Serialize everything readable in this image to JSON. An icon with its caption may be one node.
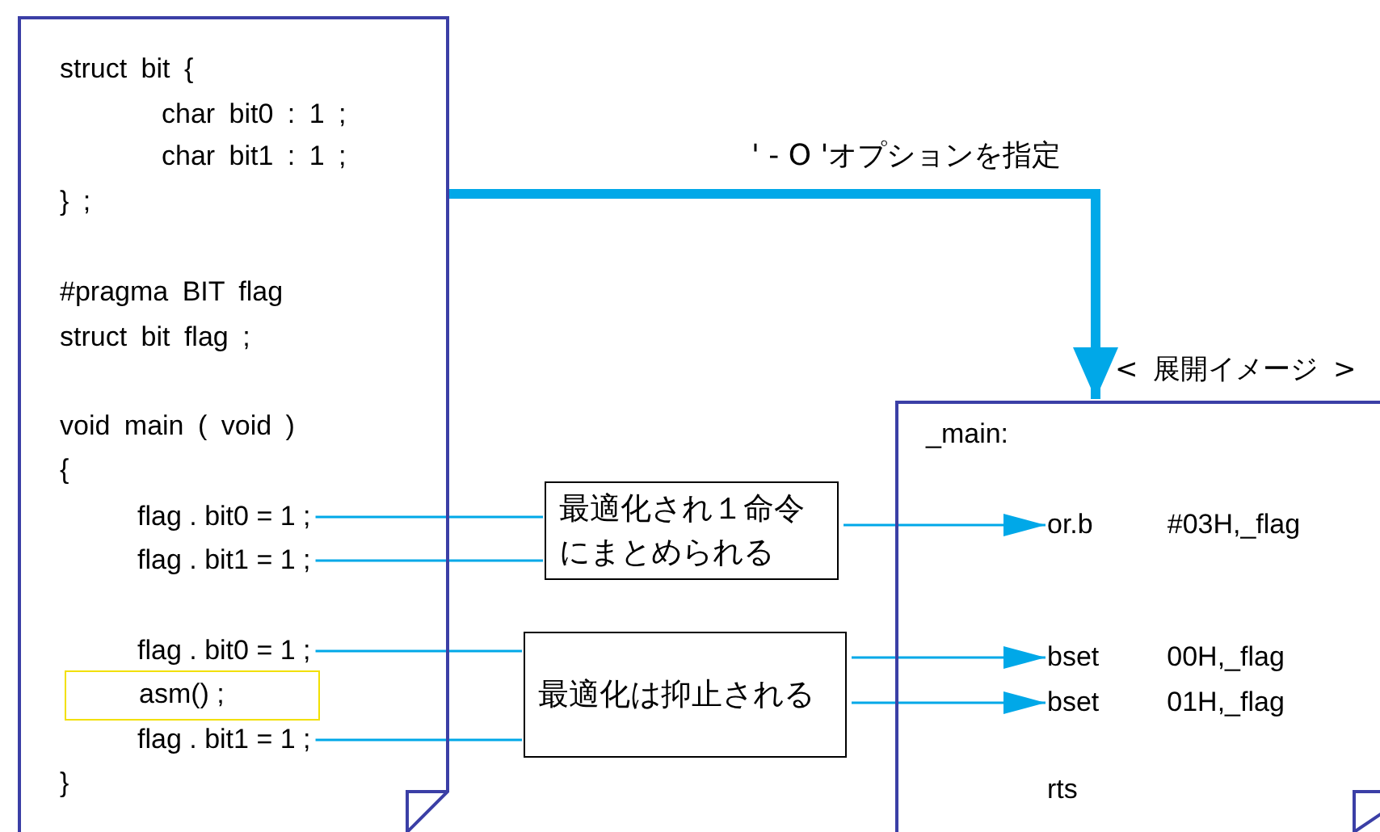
{
  "diagram": {
    "nodes": [
      {
        "text": [
          "struct bit {",
          "char bit0 : 1 ;",
          "char bit1 : 1 ;",
          "} ;",
          "#pragma BIT flag",
          "struct bit flag ;",
          "void main ( void )",
          "{",
          "}"
        ]
      },
      {
        "text": [
          "flag . bit0 = 1 ;"
        ],
        "in": 0
      },
      {
        "text": [
          "flag . bit1 = 1 ;"
        ],
        "in": 0
      },
      {
        "text": [
          "flag . bit0 = 1 ;"
        ],
        "in": 0
      },
      {
        "text": [
          "asm() ;"
        ],
        "in": 0
      },
      {
        "text": [
          "flag . bit1 = 1 ;"
        ],
        "in": 0
      },
      {
        "text": [
          "最適化され１命令にまとめられる"
        ]
      },
      {
        "text": [
          "最適化は抑止される"
        ]
      },
      {
        "text": [
          "< 展開イメージ >",
          "_main:",
          "rts"
        ]
      },
      {
        "text": [
          "or.b",
          "#03H,_flag"
        ],
        "in": 8
      },
      {
        "text": [
          "bset",
          "00H,_flag"
        ],
        "in": 8
      },
      {
        "text": [
          "bset",
          "01H,_flag"
        ],
        "in": 8
      }
    ],
    "edges": [
      {
        "from": 0,
        "to": 8,
        "arrow": "to",
        "label": "' - O 'オプションを指定",
        "style": "thick"
      },
      {
        "from": 1,
        "to": 6,
        "arrow": "none"
      },
      {
        "from": 2,
        "to": 6,
        "arrow": "none"
      },
      {
        "from": 6,
        "to": 9,
        "arrow": "to"
      },
      {
        "from": 3,
        "to": 7,
        "arrow": "none"
      },
      {
        "from": 5,
        "to": 7,
        "arrow": "none"
      },
      {
        "from": 7,
        "to": 10,
        "arrow": "to"
      },
      {
        "from": 7,
        "to": 11,
        "arrow": "to"
      }
    ]
  }
}
